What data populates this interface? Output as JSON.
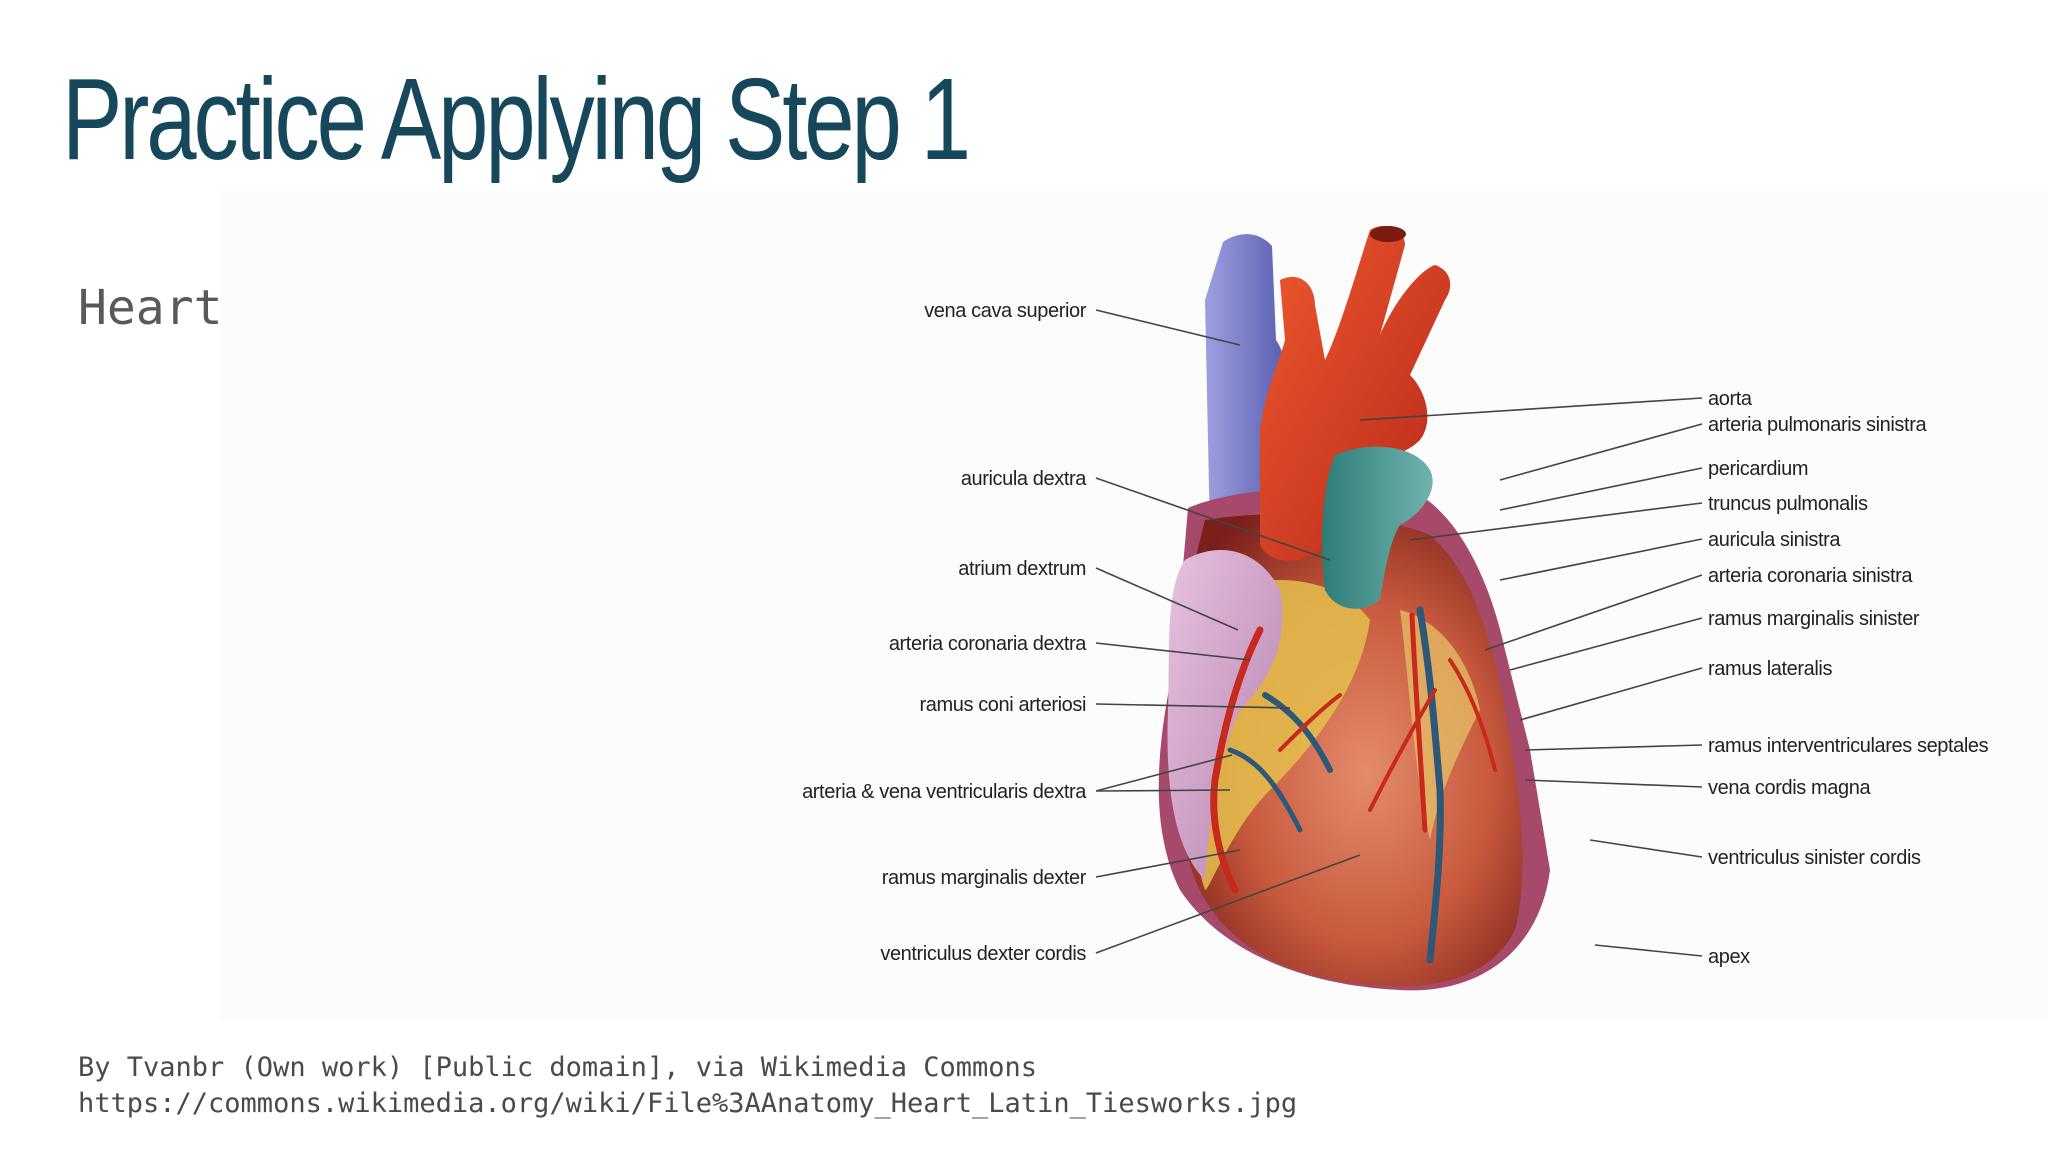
{
  "slide": {
    "title": "Practice Applying Step 1",
    "subtitle": "Heart",
    "caption_line1": "By Tvanbr (Own work) [Public domain], via Wikimedia Commons",
    "caption_line2": "https://commons.wikimedia.org/wiki/File%3AAnatomy_Heart_Latin_Tiesworks.jpg"
  },
  "diagram": {
    "labels_left": [
      "vena cava superior",
      "auricula dextra",
      "atrium dextrum",
      "arteria coronaria dextra",
      "ramus coni arteriosi",
      "arteria & vena ventricularis dextra",
      "ramus marginalis dexter",
      "ventriculus dexter cordis"
    ],
    "labels_right": [
      "aorta",
      "arteria pulmonaris sinistra",
      "pericardium",
      "truncus pulmonalis",
      "auricula sinistra",
      "arteria coronaria sinistra",
      "ramus marginalis sinister",
      "ramus lateralis",
      "ramus interventriculares septales",
      "vena cordis magna",
      "ventriculus sinister cordis",
      "apex"
    ]
  },
  "colors": {
    "title": "#17475b",
    "vena_cava": "#7c7fcb",
    "aorta": "#d9391f",
    "pulmonary_trunk": "#3f8f8a",
    "atrium": "#cf9ac6",
    "myocardium": "#c0563c",
    "fat": "#e6c84a"
  }
}
